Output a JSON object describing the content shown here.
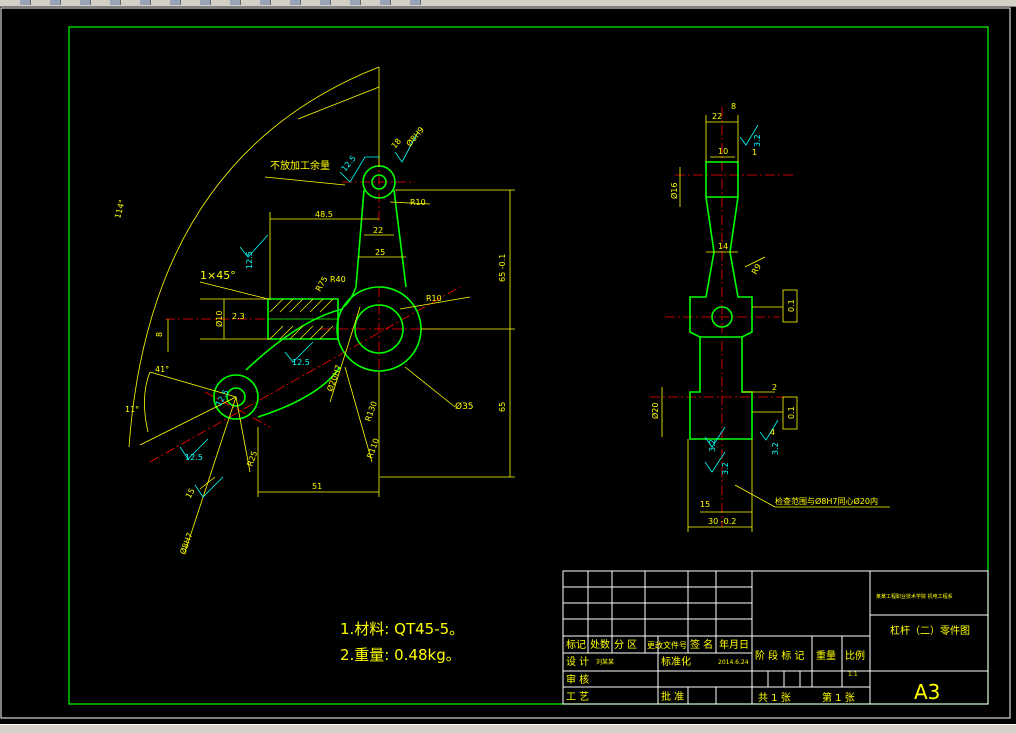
{
  "toolbar": {
    "items": [
      "new-icon",
      "open-icon",
      "save-icon",
      "print-icon",
      "cut-icon",
      "copy-icon",
      "paste-icon",
      "undo-icon",
      "redo-icon",
      "zoom-icon",
      "pan-icon",
      "layer-icon",
      "properties-icon",
      "help-icon"
    ]
  },
  "colors": {
    "background": "#000000",
    "frame": "#00ff00",
    "part": "#00ff00",
    "dimension": "#ffff00",
    "center": "#ff0000",
    "text": "#ffff00",
    "roughness": "#00ffff",
    "hatch": "#ffff00"
  },
  "front_view": {
    "d_angle": "114°",
    "d_485": "48.5",
    "d_22": "22",
    "d_25": "25",
    "d_R10_top": "R10",
    "d_R10_mid": "R10",
    "d_R40": "R40",
    "d_R75": "R75",
    "d_dia13": "Ø8H9",
    "d_18": "18",
    "d_12_5a": "12.5",
    "d_12_5b": "12.5",
    "d_12_5c": "12.5",
    "d_12_5d": "12.5",
    "d_12_5e": "12.5",
    "d_6305": "65 -0.1",
    "d_65": "65",
    "d_dia35": "Ø35",
    "d_dia20": "Ø20H7",
    "d_R130": "R130",
    "d_R110": "R110",
    "d_R25": "R25",
    "d_51": "51",
    "d_41": "41°",
    "d_11": "11°",
    "d_15": "15",
    "d_dia8": "Ø8H7",
    "d_8": "8",
    "d_dia10": "Ø10",
    "d_2_3": "2.3",
    "chamfer": "1×45°",
    "note": "不放加工余量"
  },
  "side_view": {
    "d_22": "22",
    "d_8": "8",
    "d_3_2a": "3.2",
    "d_10": "10",
    "d_1": "1",
    "d_dia16": "Ø16",
    "d_14": "14",
    "d_R9": "R9",
    "d_01a": "0.1",
    "d_dia20": "Ø20",
    "d_2": "2",
    "d_01b": "0.1",
    "d_3_2b": "3.2",
    "d_3_2c": "3.2",
    "d_3_2d": "3.2",
    "d_15": "15",
    "d_30": "30 -0.2",
    "d_4": "4",
    "note": "检查范围与Ø8H7同心Ø20内"
  },
  "notes": {
    "line1": "1.材料: QT45-5。",
    "line2": "2.重量: 0.48kg。"
  },
  "title_block": {
    "hdr_biaoji": "标记",
    "hdr_chushu": "处数",
    "hdr_fenqu": "分 区",
    "hdr_wenjian": "更改文件号",
    "hdr_qianming": "签 名",
    "hdr_date": "年月日",
    "sheji": "设 计",
    "designer": "刘某某",
    "biaozhunhua": "标准化",
    "date": "2014.6.24",
    "shenhe": "审 核",
    "gongyi": "工 艺",
    "pizhun": "批 准",
    "jieduan": "阶 段 标 记",
    "zhongliang": "重量",
    "bili": "比例",
    "scale": "1:1",
    "total": "共 1 张",
    "sheet": "第 1 张",
    "school": "某某工程职业技术学院 机电工程系",
    "drawing_name": "杠杆（二）零件图",
    "format": "A3"
  }
}
